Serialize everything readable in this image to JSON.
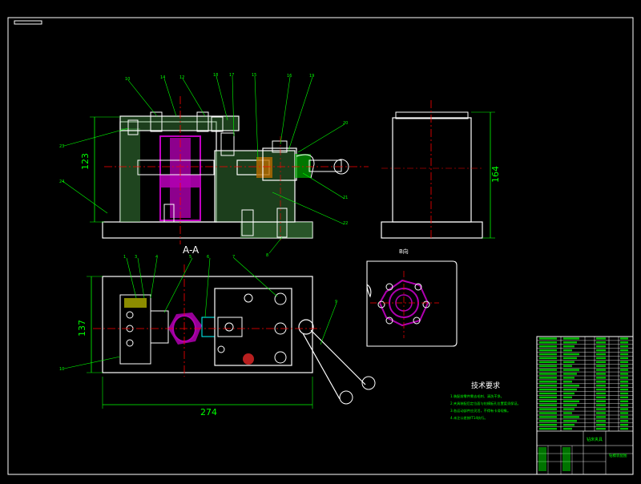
{
  "drawing": {
    "section_label": "A-A",
    "view_label": "B向",
    "dim_height_front": "123",
    "dim_height_side": "164",
    "dim_width_plan": "274",
    "dim_depth_plan": "137",
    "tech_req_title": "技术要求",
    "tech_req_lines": [
      "1.装配前零件需去毛刺、清洗干净。",
      "2.夹具装配后定位面与钻模板孔位置度须保证。",
      "3.各运动部件应灵活，不得有卡滞现象。",
      "4.未注公差按IT14执行。"
    ],
    "title_block_name": "钻床夹具",
    "title_block_drawing_no": "钻模装配图"
  },
  "colors": {
    "frame": "#ffffff",
    "outline": "#ffffff",
    "dimension": "#00ff00",
    "center_line": "#ff0000",
    "section_fill": "#b000b0",
    "cyan": "#00ffff",
    "yellow": "#ffff00",
    "text_green": "#00ff00"
  }
}
